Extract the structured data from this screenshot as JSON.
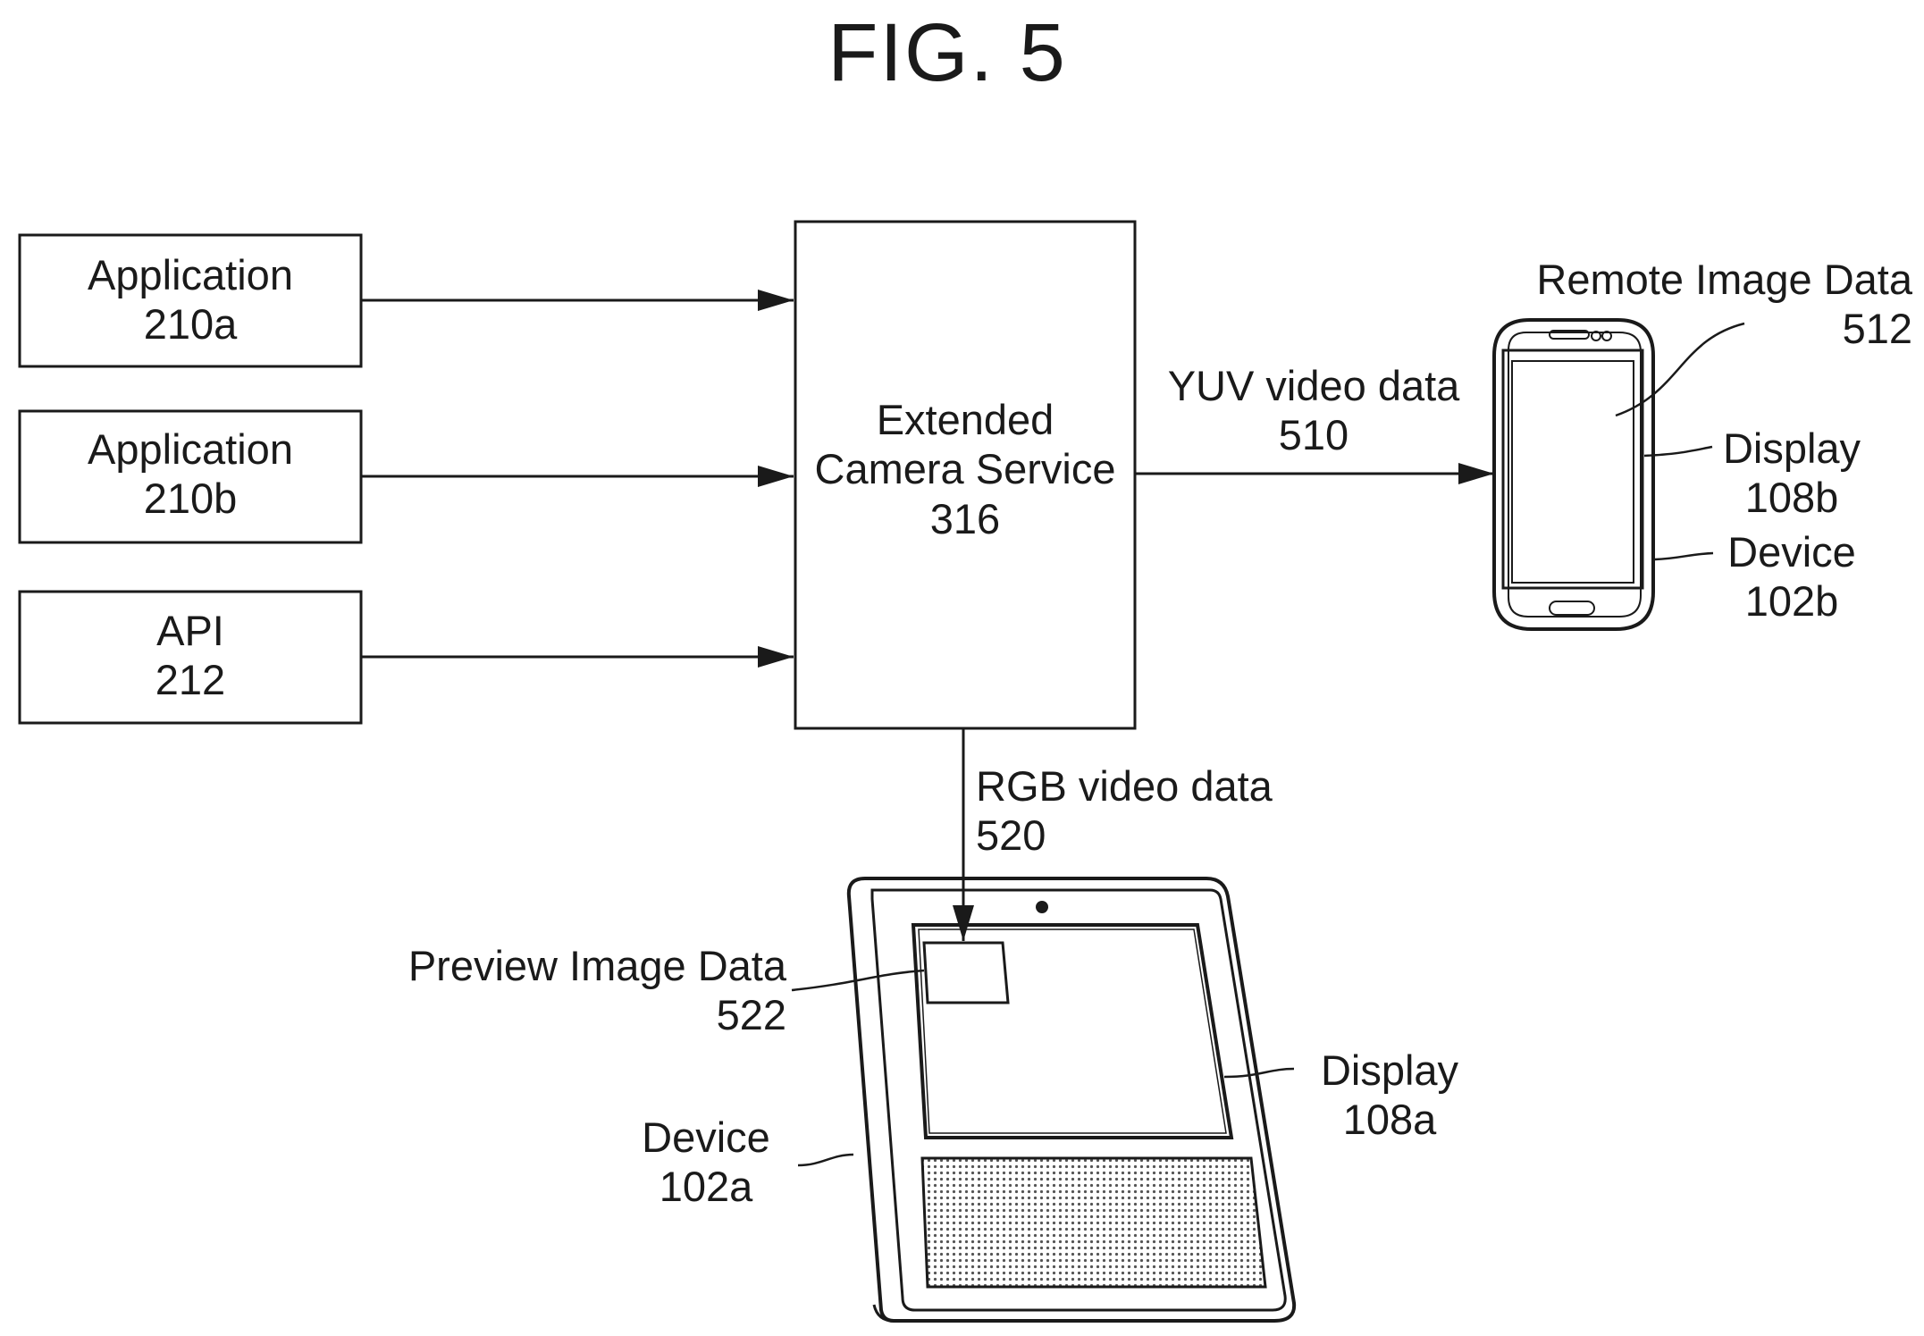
{
  "figure": {
    "title": "FIG. 5"
  },
  "boxes": {
    "app_a": {
      "name": "Application",
      "ref": "210a"
    },
    "app_b": {
      "name": "Application",
      "ref": "210b"
    },
    "api": {
      "name": "API",
      "ref": "212"
    },
    "service": {
      "line1": "Extended",
      "line2": "Camera Service",
      "ref": "316"
    }
  },
  "labels": {
    "yuv": {
      "text": "YUV video data",
      "ref": "510"
    },
    "remote_image": {
      "text": "Remote Image Data",
      "ref": "512"
    },
    "display_b": {
      "text": "Display",
      "ref": "108b"
    },
    "device_b": {
      "text": "Device",
      "ref": "102b"
    },
    "rgb": {
      "text": "RGB video data",
      "ref": "520"
    },
    "preview_image": {
      "text": "Preview Image Data",
      "ref": "522"
    },
    "display_a": {
      "text": "Display",
      "ref": "108a"
    },
    "device_a": {
      "text": "Device",
      "ref": "102a"
    }
  },
  "style": {
    "ink": "#1a1a1a",
    "background": "#ffffff"
  }
}
